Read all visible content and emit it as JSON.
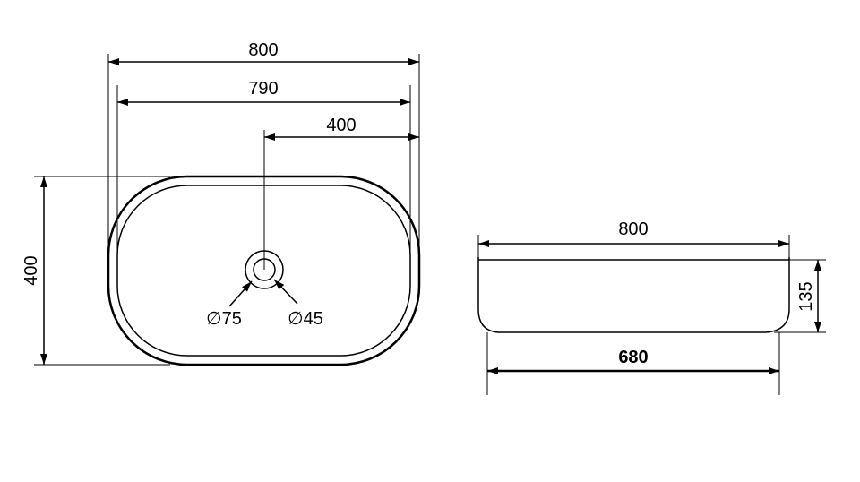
{
  "top_view": {
    "dim_overall_width": "800",
    "dim_inner_width": "790",
    "dim_half_width": "400",
    "dim_depth": "400",
    "drain_outer_label": "∅75",
    "drain_inner_label": "∅45"
  },
  "side_view": {
    "dim_top_width": "800",
    "dim_height": "135",
    "dim_base_width": "680"
  }
}
